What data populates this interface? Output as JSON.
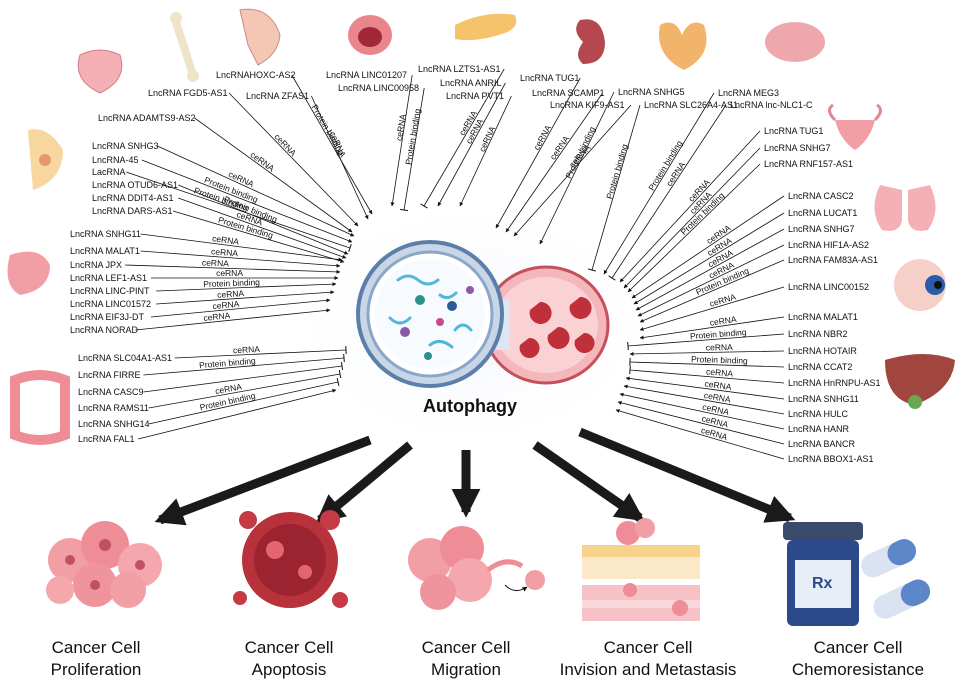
{
  "center_label": "Autophagy",
  "colors": {
    "line": "#111111",
    "arrow": "#1a1a1a",
    "organ": "#f0a8a8",
    "autophagosome_ring": "#5b7fa8",
    "lysosome": "#e8787f"
  },
  "groups": [
    {
      "organ": "bone-icon",
      "items": [
        {
          "name": "LncRNA FGD5-AS1",
          "relation": "ceRNA",
          "type": "arrow"
        },
        {
          "name": "LncRNA ADAMTS9-AS2",
          "relation": "ceRNA",
          "type": "arrow"
        }
      ]
    },
    {
      "organ": "throat-icon",
      "items": [
        {
          "name": "LncRNAHOXC-AS2",
          "relation": "Protein binding",
          "type": "arrow"
        },
        {
          "name": "LncRNA ZFAS1",
          "relation": "ceRNA",
          "type": "arrow"
        }
      ]
    },
    {
      "organ": "mouth-icon",
      "items": [
        {
          "name": "LncRNA LINC01207",
          "relation": "ceRNA",
          "type": "arrow"
        },
        {
          "name": "LncRNA LINC00958",
          "relation": "Protein binding",
          "type": "inhibit"
        }
      ]
    },
    {
      "organ": "pancreas-icon",
      "items": [
        {
          "name": "LncRNA LZTS1-AS1",
          "relation": "ceRNA",
          "type": "inhibit"
        },
        {
          "name": "LncRNA ANRIL",
          "relation": "ceRNA",
          "type": "arrow"
        },
        {
          "name": "LncRNA  PVT1",
          "relation": "ceRNA",
          "type": "arrow"
        }
      ]
    },
    {
      "organ": "kidney-icon",
      "items": [
        {
          "name": "LncRNA TUG1",
          "relation": "ceRNA",
          "type": "arrow"
        },
        {
          "name": "LncRNA SCAMP1",
          "relation": "ceRNA",
          "type": "arrow"
        },
        {
          "name": "LncRNA KIF9-AS1",
          "relation": "ceRNA",
          "type": "arrow"
        }
      ]
    },
    {
      "organ": "thyroid-icon",
      "items": [
        {
          "name": "LncRNA SNHG5",
          "relation": "Protein binding",
          "type": "arrow"
        },
        {
          "name": "LncRNA SLC26A4-AS1",
          "relation": "Protein binding",
          "type": "inhibit"
        }
      ]
    },
    {
      "organ": "brain-icon",
      "items": [
        {
          "name": "LncRNA MEG3",
          "relation": "Protein binding",
          "type": "arrow"
        },
        {
          "name": "LncRNA lnc-NLC1-C",
          "relation": "ceRNA",
          "type": "inhibit"
        }
      ]
    },
    {
      "organ": "uterus-icon",
      "items": [
        {
          "name": "LncRNA TUG1",
          "relation": "ceRNA",
          "type": "arrow"
        },
        {
          "name": "LncRNA SNHG7",
          "relation": "ceRNA",
          "type": "arrow"
        },
        {
          "name": "LncRNA RNF157-AS1",
          "relation": "Protein binding",
          "type": "arrow"
        }
      ]
    },
    {
      "organ": "lung-icon",
      "items": [
        {
          "name": "LncRNA CASC2",
          "relation": "ceRNA",
          "type": "arrow"
        },
        {
          "name": "LncRNA LUCAT1",
          "relation": "ceRNA",
          "type": "arrow"
        },
        {
          "name": "LncRNA SNHG7",
          "relation": "ceRNA",
          "type": "arrow"
        },
        {
          "name": "LncRNA HIF1A-AS2",
          "relation": "ceRNA",
          "type": "arrow"
        },
        {
          "name": "LncRNA FAM83A-AS1",
          "relation": "Protein binding",
          "type": "arrow"
        }
      ]
    },
    {
      "organ": "eye-icon",
      "items": [
        {
          "name": "LncRNA LINC00152",
          "relation": "ceRNA",
          "type": "arrow"
        }
      ]
    },
    {
      "organ": "liver-icon",
      "items": [
        {
          "name": "LncRNA MALAT1",
          "relation": "ceRNA",
          "type": "arrow"
        },
        {
          "name": "LncRNA NBR2",
          "relation": "Protein binding",
          "type": "inhibit"
        },
        {
          "name": "LncRNA HOTAIR",
          "relation": "ceRNA",
          "type": "arrow"
        },
        {
          "name": "LncRNA CCAT2",
          "relation": "Protein binding",
          "type": "inhibit"
        },
        {
          "name": "LncRNA HnRNPU-AS1",
          "relation": "ceRNA",
          "type": "inhibit"
        },
        {
          "name": "LncRNA SNHG11",
          "relation": "ceRNA",
          "type": "arrow"
        },
        {
          "name": "LncRNA HULC",
          "relation": "ceRNA",
          "type": "arrow"
        },
        {
          "name": "LncRNA HANR",
          "relation": "ceRNA",
          "type": "arrow"
        },
        {
          "name": "LncRNA BANCR",
          "relation": "ceRNA",
          "type": "arrow"
        },
        {
          "name": "LncRNA BBOX1-AS1",
          "relation": "ceRNA",
          "type": "arrow"
        }
      ]
    },
    {
      "organ": "colon-icon",
      "items": [
        {
          "name": "LncRNA SLC04A1-AS1",
          "relation": "ceRNA",
          "type": "inhibit"
        },
        {
          "name": "LncRNA FIRRE",
          "relation": "Protein binding",
          "type": "inhibit"
        },
        {
          "name": "LncRNA CASC9",
          "relation": "",
          "type": "inhibit"
        },
        {
          "name": "LncRNA RAMS11",
          "relation": "ceRNA",
          "type": "inhibit"
        },
        {
          "name": "LncRNA SNHG14",
          "relation": "Protein binding",
          "type": "inhibit"
        },
        {
          "name": "LncRNA FAL1",
          "relation": "",
          "type": "arrow"
        }
      ]
    },
    {
      "organ": "stomach-icon",
      "items": [
        {
          "name": "LncRNA SNHG11",
          "relation": "ceRNA",
          "type": "arrow"
        },
        {
          "name": "LncRNA MALAT1",
          "relation": "ceRNA",
          "type": "arrow"
        },
        {
          "name": "LncRNA JPX",
          "relation": "ceRNA",
          "type": "arrow"
        },
        {
          "name": "LncRNA LEF1-AS1",
          "relation": "ceRNA",
          "type": "arrow"
        },
        {
          "name": "LncRNA LINC-PINT",
          "relation": "Protein binding",
          "type": "arrow"
        },
        {
          "name": "LncRNA LINC01572",
          "relation": "ceRNA",
          "type": "arrow"
        },
        {
          "name": "LncRNA EIF3J-DT",
          "relation": "ceRNA",
          "type": "arrow"
        },
        {
          "name": "LncRNA NORAD",
          "relation": "ceRNA",
          "type": "arrow"
        }
      ]
    },
    {
      "organ": "breast-icon",
      "items": [
        {
          "name": "LncRNA SNHG3",
          "relation": "ceRNA",
          "type": "arrow"
        },
        {
          "name": "LncRNA-45",
          "relation": "Protein binding",
          "type": "arrow"
        },
        {
          "name": "LacRNA",
          "relation": "Protein binding",
          "type": "inhibit"
        },
        {
          "name": "LncRNA OTUD6-AS1",
          "relation": "Protein binding",
          "type": "arrow"
        },
        {
          "name": "LncRNA DDIT4-AS1",
          "relation": "ceRNA",
          "type": "arrow"
        },
        {
          "name": "LncRNA DARS-AS1",
          "relation": "Protein binding",
          "type": "arrow"
        }
      ]
    }
  ],
  "outcomes": [
    {
      "line1": "Cancer Cell",
      "line2": "Proliferation"
    },
    {
      "line1": "Cancer Cell",
      "line2": "Apoptosis"
    },
    {
      "line1": "Cancer Cell",
      "line2": "Migration"
    },
    {
      "line1": "Cancer Cell",
      "line2": "Invision and Metastasis"
    },
    {
      "line1": "Cancer Cell",
      "line2": "Chemoresistance"
    }
  ],
  "drug_label": "Rx"
}
